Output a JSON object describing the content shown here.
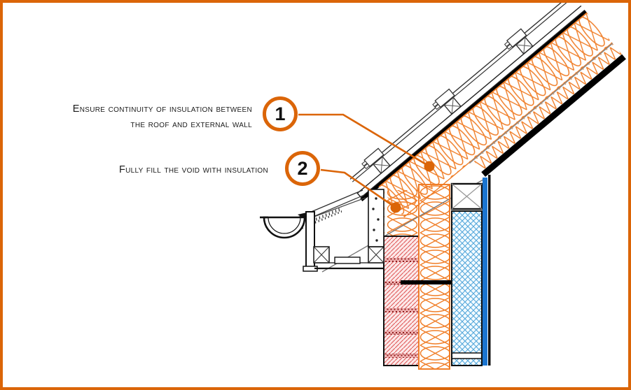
{
  "annotations": {
    "note1": {
      "number": "1",
      "line1": "Ensure continuity of insulation between",
      "line2": "the roof and external wall"
    },
    "note2": {
      "number": "2",
      "line1": "Fully fill the void with insulation"
    }
  },
  "colors": {
    "accent_orange": "#DB6508",
    "insulation_orange": "#F07E28",
    "brick_hatch_red": "#E05858",
    "brick_background": "#FCE9E9",
    "mortar_dark_red": "#8F1D1D",
    "block_hatch_blue": "#54A7DA",
    "block_background": "#F4FBFF",
    "internal_finish_blue": "#1B75D0",
    "line_black": "#111111"
  },
  "icons": {
    "callout_dot": "filled-circle-marker",
    "timber_section": "box-with-x-cross",
    "insulation_symbol": "looped-quilt-hatch"
  }
}
